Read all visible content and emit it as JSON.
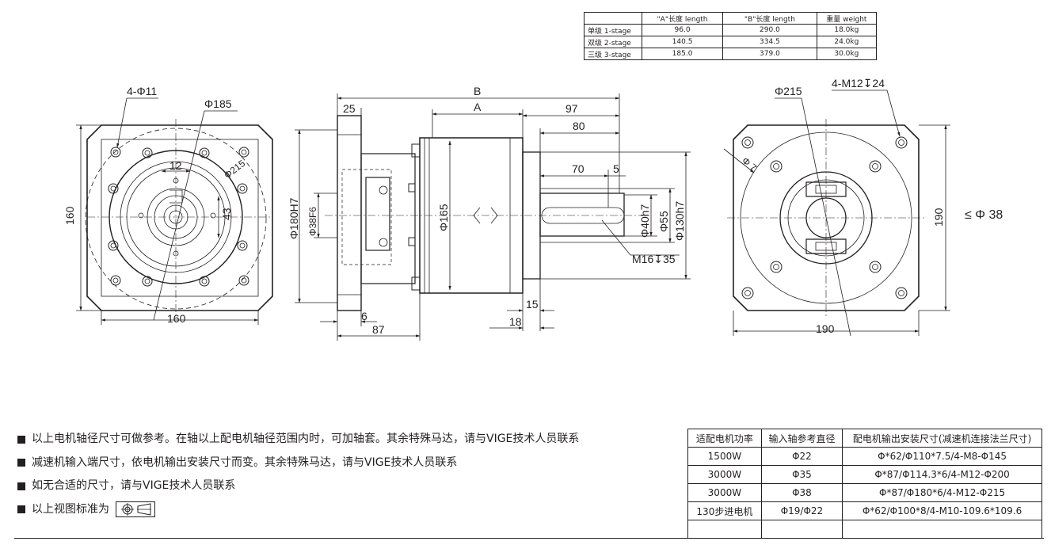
{
  "length_table": {
    "headers": [
      "",
      "\"A\"长度 length",
      "\"B\"长度  length",
      "重量 weight"
    ],
    "rows": [
      [
        "单级 1-stage",
        "96.0",
        "290.0",
        "18.0kg"
      ],
      [
        "双级 2-stage",
        "140.5",
        "334.5",
        "24.0kg"
      ],
      [
        "三级 3-stage",
        "185.0",
        "379.0",
        "30.0kg"
      ]
    ]
  },
  "front_view": {
    "holes_label": "4-Φ11",
    "pcd_label": "Φ185",
    "pcd2_label": "Φ215",
    "dim_12": "12",
    "dim_43": "43",
    "height": "160",
    "width": "160"
  },
  "side_view": {
    "B": "B",
    "A": "A",
    "d25": "25",
    "d97": "97",
    "d80": "80",
    "d70": "70",
    "d5": "5",
    "phi180": "Φ180H7",
    "phi38": "Φ38F6",
    "phi165": "Φ165",
    "phi40": "Φ40h7",
    "phi55": "Φ55",
    "phi130": "Φ130h7",
    "thread": "M16↧35",
    "d6": "6",
    "d87": "87",
    "d15": "15",
    "d18": "18"
  },
  "rear_view": {
    "phi215": "Φ215",
    "thread": "4-M12↧24",
    "phi7": "Φ 7",
    "height": "190",
    "width": "190",
    "max_bore": "≤ Φ 38"
  },
  "notes": [
    "以上电机轴径尺寸可做参考。在轴以上配电机轴径范围内时，可加轴套。其余特殊马达，请与VIGE技术人员联系",
    "减速机输入端尺寸，依电机输出安装尺寸而变。其余特殊马达，请与VIGE技术人员联系",
    "如无合适的尺寸，请与VIGE技术人员联系",
    "以上视图标准为"
  ],
  "motor_table": {
    "headers": [
      "适配电机功率",
      "输入轴参考直径",
      "配电机输出安装尺寸(减速机连接法兰尺寸)"
    ],
    "rows": [
      [
        "1500W",
        "Φ22",
        "Φ*62/Φ110*7.5/4-M8-Φ145"
      ],
      [
        "3000W",
        "Φ35",
        "Φ*87/Φ114.3*6/4-M12-Φ200"
      ],
      [
        "3000W",
        "Φ38",
        "Φ*87/Φ180*6/4-M12-Φ215"
      ],
      [
        "130步进电机",
        "Φ19/Φ22",
        "Φ*62/Φ100*8/4-M10-109.6*109.6"
      ],
      [
        "",
        "",
        ""
      ]
    ]
  }
}
